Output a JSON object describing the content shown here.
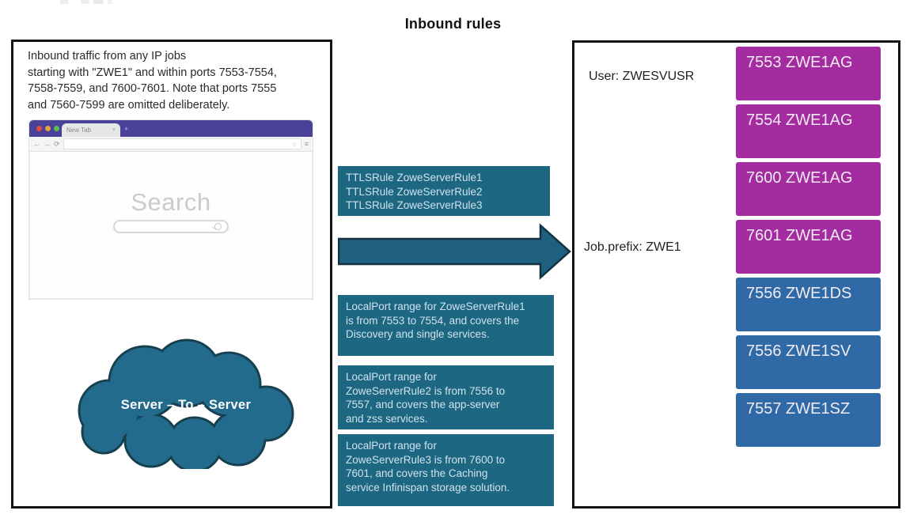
{
  "title": "Inbound rules",
  "left_panel": {
    "description": "Inbound traffic from any IP jobs\nstarting with \"ZWE1\" and within ports 7553-7554,\n7558-7559, and 7600-7601. Note that ports 7555\nand 7560-7599 are omitted deliberately.",
    "browser": {
      "tab_label": "New Tab",
      "tab_close_glyph": "×",
      "new_tab_glyph": "+",
      "back_glyph": "←",
      "forward_glyph": "→",
      "refresh_glyph": "⟳",
      "address_value": "",
      "star_glyph": "☆",
      "menu_glyph": "≡",
      "search_heading": "Search"
    },
    "cloud_label": "Server – To – Server"
  },
  "middle": {
    "ttls_rules": "TTLSRule ZoweServerRule1\nTTLSRule ZoweServerRule2\nTTLSRule ZoweServerRule3",
    "rule_notes": [
      "LocalPort range for ZoweServerRule1\nis from 7553 to 7554, and covers the\nDiscovery and single services.",
      "LocalPort range for\nZoweServerRule2 is from 7556 to\n7557, and covers the app-server\nand zss services.",
      "LocalPort range for\nZoweServerRule3 is from 7600 to\n7601, and covers the Caching\nservice Infinispan storage solution."
    ]
  },
  "right_panel": {
    "user_label": "User: ZWESVUSR",
    "job_prefix_label": "Job.prefix: ZWE1",
    "ports": [
      {
        "label": "7553 ZWE1AG",
        "bg": "#a42ba0"
      },
      {
        "label": "7554 ZWE1AG",
        "bg": "#a42ba0"
      },
      {
        "label": "7600 ZWE1AG",
        "bg": "#a42ba0"
      },
      {
        "label": "7601 ZWE1AG",
        "bg": "#a42ba0"
      },
      {
        "label": "7556 ZWE1DS",
        "bg": "#306aa6"
      },
      {
        "label": "7556 ZWE1SV",
        "bg": "#306aa6"
      },
      {
        "label": "7557 ZWE1SZ",
        "bg": "#306aa6"
      }
    ]
  },
  "colors": {
    "teal_box": "#1e6783",
    "arrow_fill": "#1f5f7f",
    "cloud_fill": "#226b8d",
    "magenta_box": "#a42ba0",
    "blue_box": "#306aa6",
    "browser_chrome": "#4a4199"
  }
}
